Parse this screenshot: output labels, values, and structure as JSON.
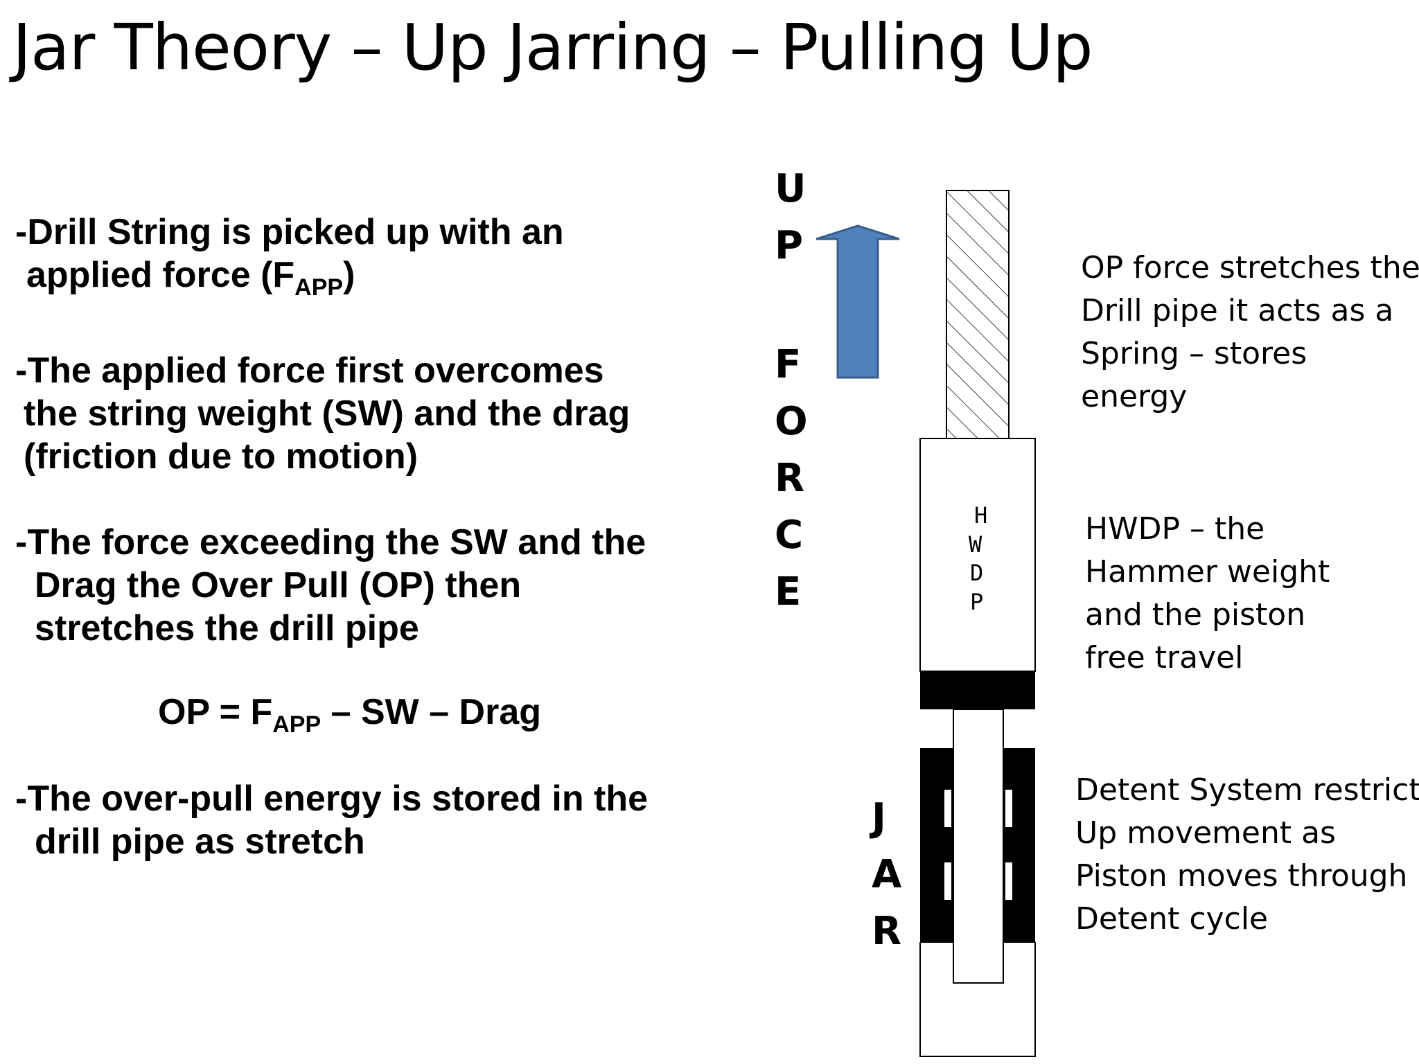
{
  "title": "Jar Theory – Up Jarring – Pulling Up",
  "bullets": [
    {
      "lines": [
        "-Drill String is picked up with an",
        " applied force (F",
        "APP",
        ")"
      ]
    },
    {
      "lines": [
        "-The applied force first overcomes",
        " the string weight (SW) and the drag",
        " (friction due to motion)"
      ]
    },
    {
      "lines": [
        "-The force exceeding the SW and the",
        "Drag the Over Pull (OP) then",
        "stretches the drill pipe"
      ]
    },
    {
      "lines": [
        "-The over-pull energy is stored in the",
        "drill pipe as stretch"
      ]
    }
  ],
  "formula": {
    "prefix": "OP = F",
    "sub": "APP",
    "suffix": " – SW – Drag"
  },
  "up_force_letters": [
    "U",
    "P",
    "F",
    "O",
    "R",
    "C",
    "E"
  ],
  "jar_letters": [
    "J",
    "A",
    "R"
  ],
  "hwdp_letters": [
    "H",
    "W",
    "D",
    "P"
  ],
  "notes": {
    "drill_pipe": [
      "OP  force stretches the",
      "Drill pipe it acts as a",
      "Spring – stores",
      "energy"
    ],
    "hwdp": [
      "HWDP – the",
      "Hammer weight",
      "and the piston",
      "free travel"
    ],
    "detent": [
      "Detent System restricts",
      "Up movement as",
      "Piston moves through",
      "Detent cycle"
    ]
  },
  "colors": {
    "arrow_fill": "#4f81bd",
    "arrow_stroke": "#385d8a"
  },
  "icons": {
    "arrow": "up-arrow-icon"
  }
}
